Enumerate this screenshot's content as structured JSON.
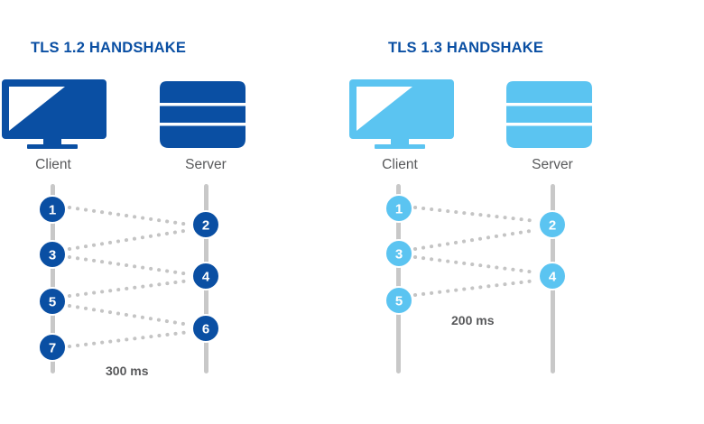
{
  "panels": [
    {
      "title": "TLS 1.2 HANDSHAKE",
      "client_label": "Client",
      "server_label": "Server",
      "icon_names": [
        "monitor-icon",
        "server-stack-icon"
      ],
      "color": "#0a4fa3",
      "steps": [
        "1",
        "2",
        "3",
        "4",
        "5",
        "6",
        "7"
      ],
      "round_trip_time": "300 ms"
    },
    {
      "title": "TLS 1.3 HANDSHAKE",
      "client_label": "Client",
      "server_label": "Server",
      "icon_names": [
        "monitor-icon",
        "server-stack-icon"
      ],
      "color": "#5bc4f1",
      "steps": [
        "1",
        "2",
        "3",
        "4",
        "5"
      ],
      "round_trip_time": "200 ms"
    }
  ],
  "colors": {
    "title": "#0a4fa3",
    "timeline": "#c8c8c8",
    "dots": "#c4c4c4",
    "step_text": "#ffffff",
    "label_text": "#58595b"
  }
}
